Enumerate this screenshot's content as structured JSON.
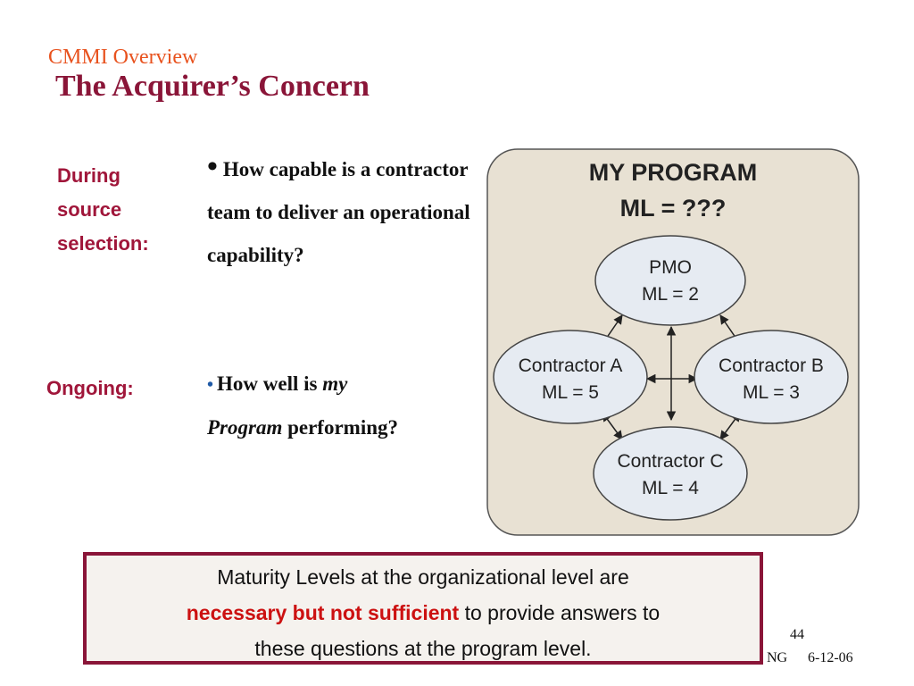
{
  "slide": {
    "kicker": "CMMI Overview",
    "title": "The Acquirer’s Concern",
    "during_label_lines": [
      "During",
      "source",
      "selection:"
    ],
    "ongoing_label": "Ongoing:",
    "question1": {
      "bullet": "•",
      "text": "How capable is a contractor team to deliver an operational capability?"
    },
    "question2": {
      "bullet": "•",
      "text_before": "How well is ",
      "emphasis1": "my",
      "emphasis2": "Program",
      "text_after": " performing?"
    },
    "diagram": {
      "title_line1": "MY PROGRAM",
      "title_line2": "ML = ???",
      "nodes": [
        {
          "name": "PMO",
          "ml": "ML = 2"
        },
        {
          "name": "Contractor A",
          "ml": "ML = 5"
        },
        {
          "name": "Contractor B",
          "ml": "ML = 3"
        },
        {
          "name": "Contractor C",
          "ml": "ML = 4"
        }
      ]
    },
    "note": {
      "line1": "Maturity Levels at the organizational level are",
      "emphasis": "necessary but not sufficient",
      "line2_rest": " to provide answers to",
      "line3": "these questions at the program level."
    },
    "page_number": "44",
    "footer_org": "NG",
    "footer_date": "6-12-06"
  },
  "colors": {
    "title": "#8a1538",
    "kicker": "#e8521e",
    "label": "#a0163a",
    "emphasis": "#cc1111",
    "diagram_bg": "#e8e1d3",
    "node_fill": "#e6ebf2"
  }
}
